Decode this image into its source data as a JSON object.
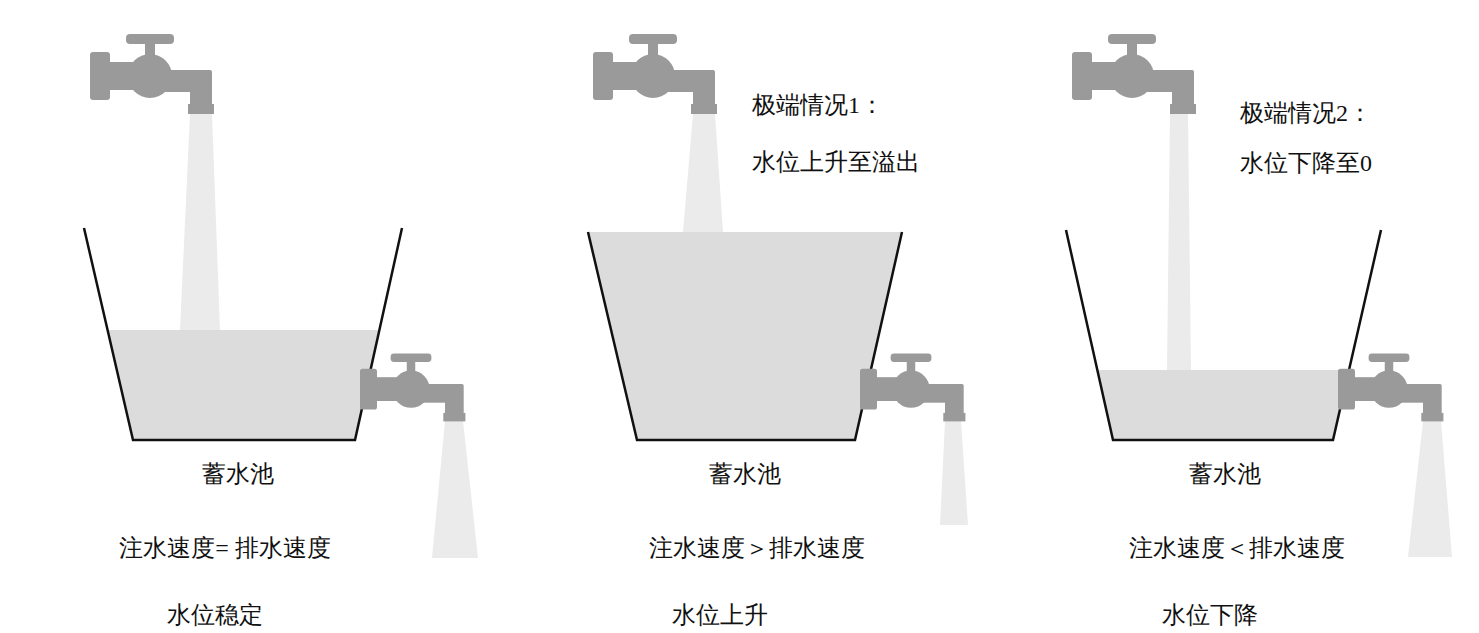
{
  "diagram": {
    "labels": [
      "蓄水池",
      "注水速度= 排水速度",
      "水位稳定",
      "极端情况1：",
      "水位上升至溢出",
      "蓄水池",
      "注水速度＞排水速度",
      "水位上升",
      "极端情况2：",
      "水位下降至0",
      "蓄水池",
      "注水速度＜排水速度",
      "水位下降"
    ]
  }
}
